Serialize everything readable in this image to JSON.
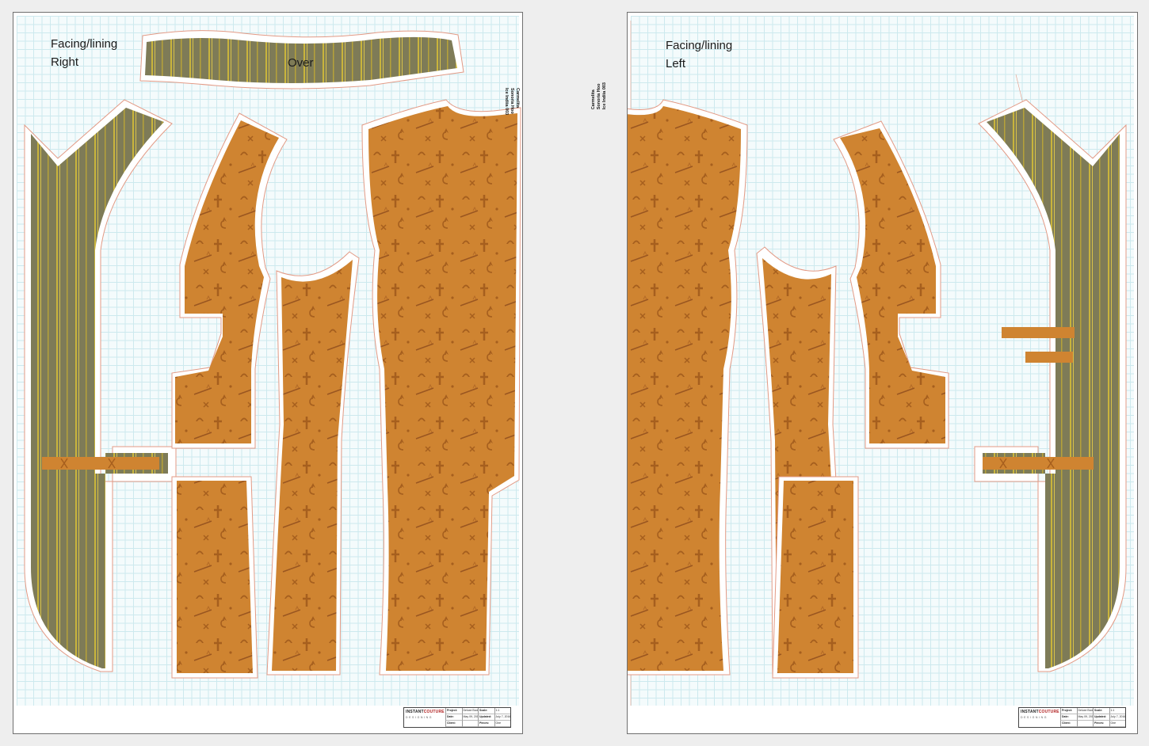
{
  "sheets": {
    "right": {
      "title_line1": "Facing/lining",
      "title_line2": "Right",
      "over_label": "Over",
      "side_note_1": "Carmelita",
      "side_note_2": "Sonoria Hoo",
      "side_note_3": "Ice Indiia 003"
    },
    "left": {
      "title_line1": "Facing/lining",
      "title_line2": "Left",
      "side_note_1": "Carmelita",
      "side_note_2": "Sonoria Hoo",
      "side_note_3": "Ice Indiia 003"
    }
  },
  "titleblock": {
    "brand_main": "INSTANT",
    "brand_accent": "COUTURE",
    "brand_sub": "DESIGNING",
    "right": {
      "project_key": "Project:",
      "project_val": "Deluxe Bodé (Cult)",
      "scale_key": "Scale:",
      "scale_val": "1:1",
      "date_key": "Date:",
      "date_val": "May 09, 2016",
      "updated_key": "Updated:",
      "updated_val": "July 7, 2016",
      "client_key": "Client:",
      "client_val": "",
      "pieces_key": "Pieces:",
      "pieces_val": "One"
    },
    "left": {
      "project_key": "Project:",
      "project_val": "Deluxe Bodé (Cult)",
      "scale_key": "Scale:",
      "scale_val": "1:1",
      "date_key": "Date:",
      "date_val": "May 09, 2016",
      "updated_key": "Updated:",
      "updated_val": "July 7, 2016",
      "client_key": "Client:",
      "client_val": "",
      "pieces_key": "Pieces:",
      "pieces_val": "One"
    }
  },
  "colors": {
    "olive_fabric": "#7e7b57",
    "stripe_yellow": "#c9b43c",
    "orange_fabric": "#cf8431",
    "motif_brown": "#a65f1e",
    "cut_line": "#e39a85",
    "grid_line": "#cde9ee"
  }
}
